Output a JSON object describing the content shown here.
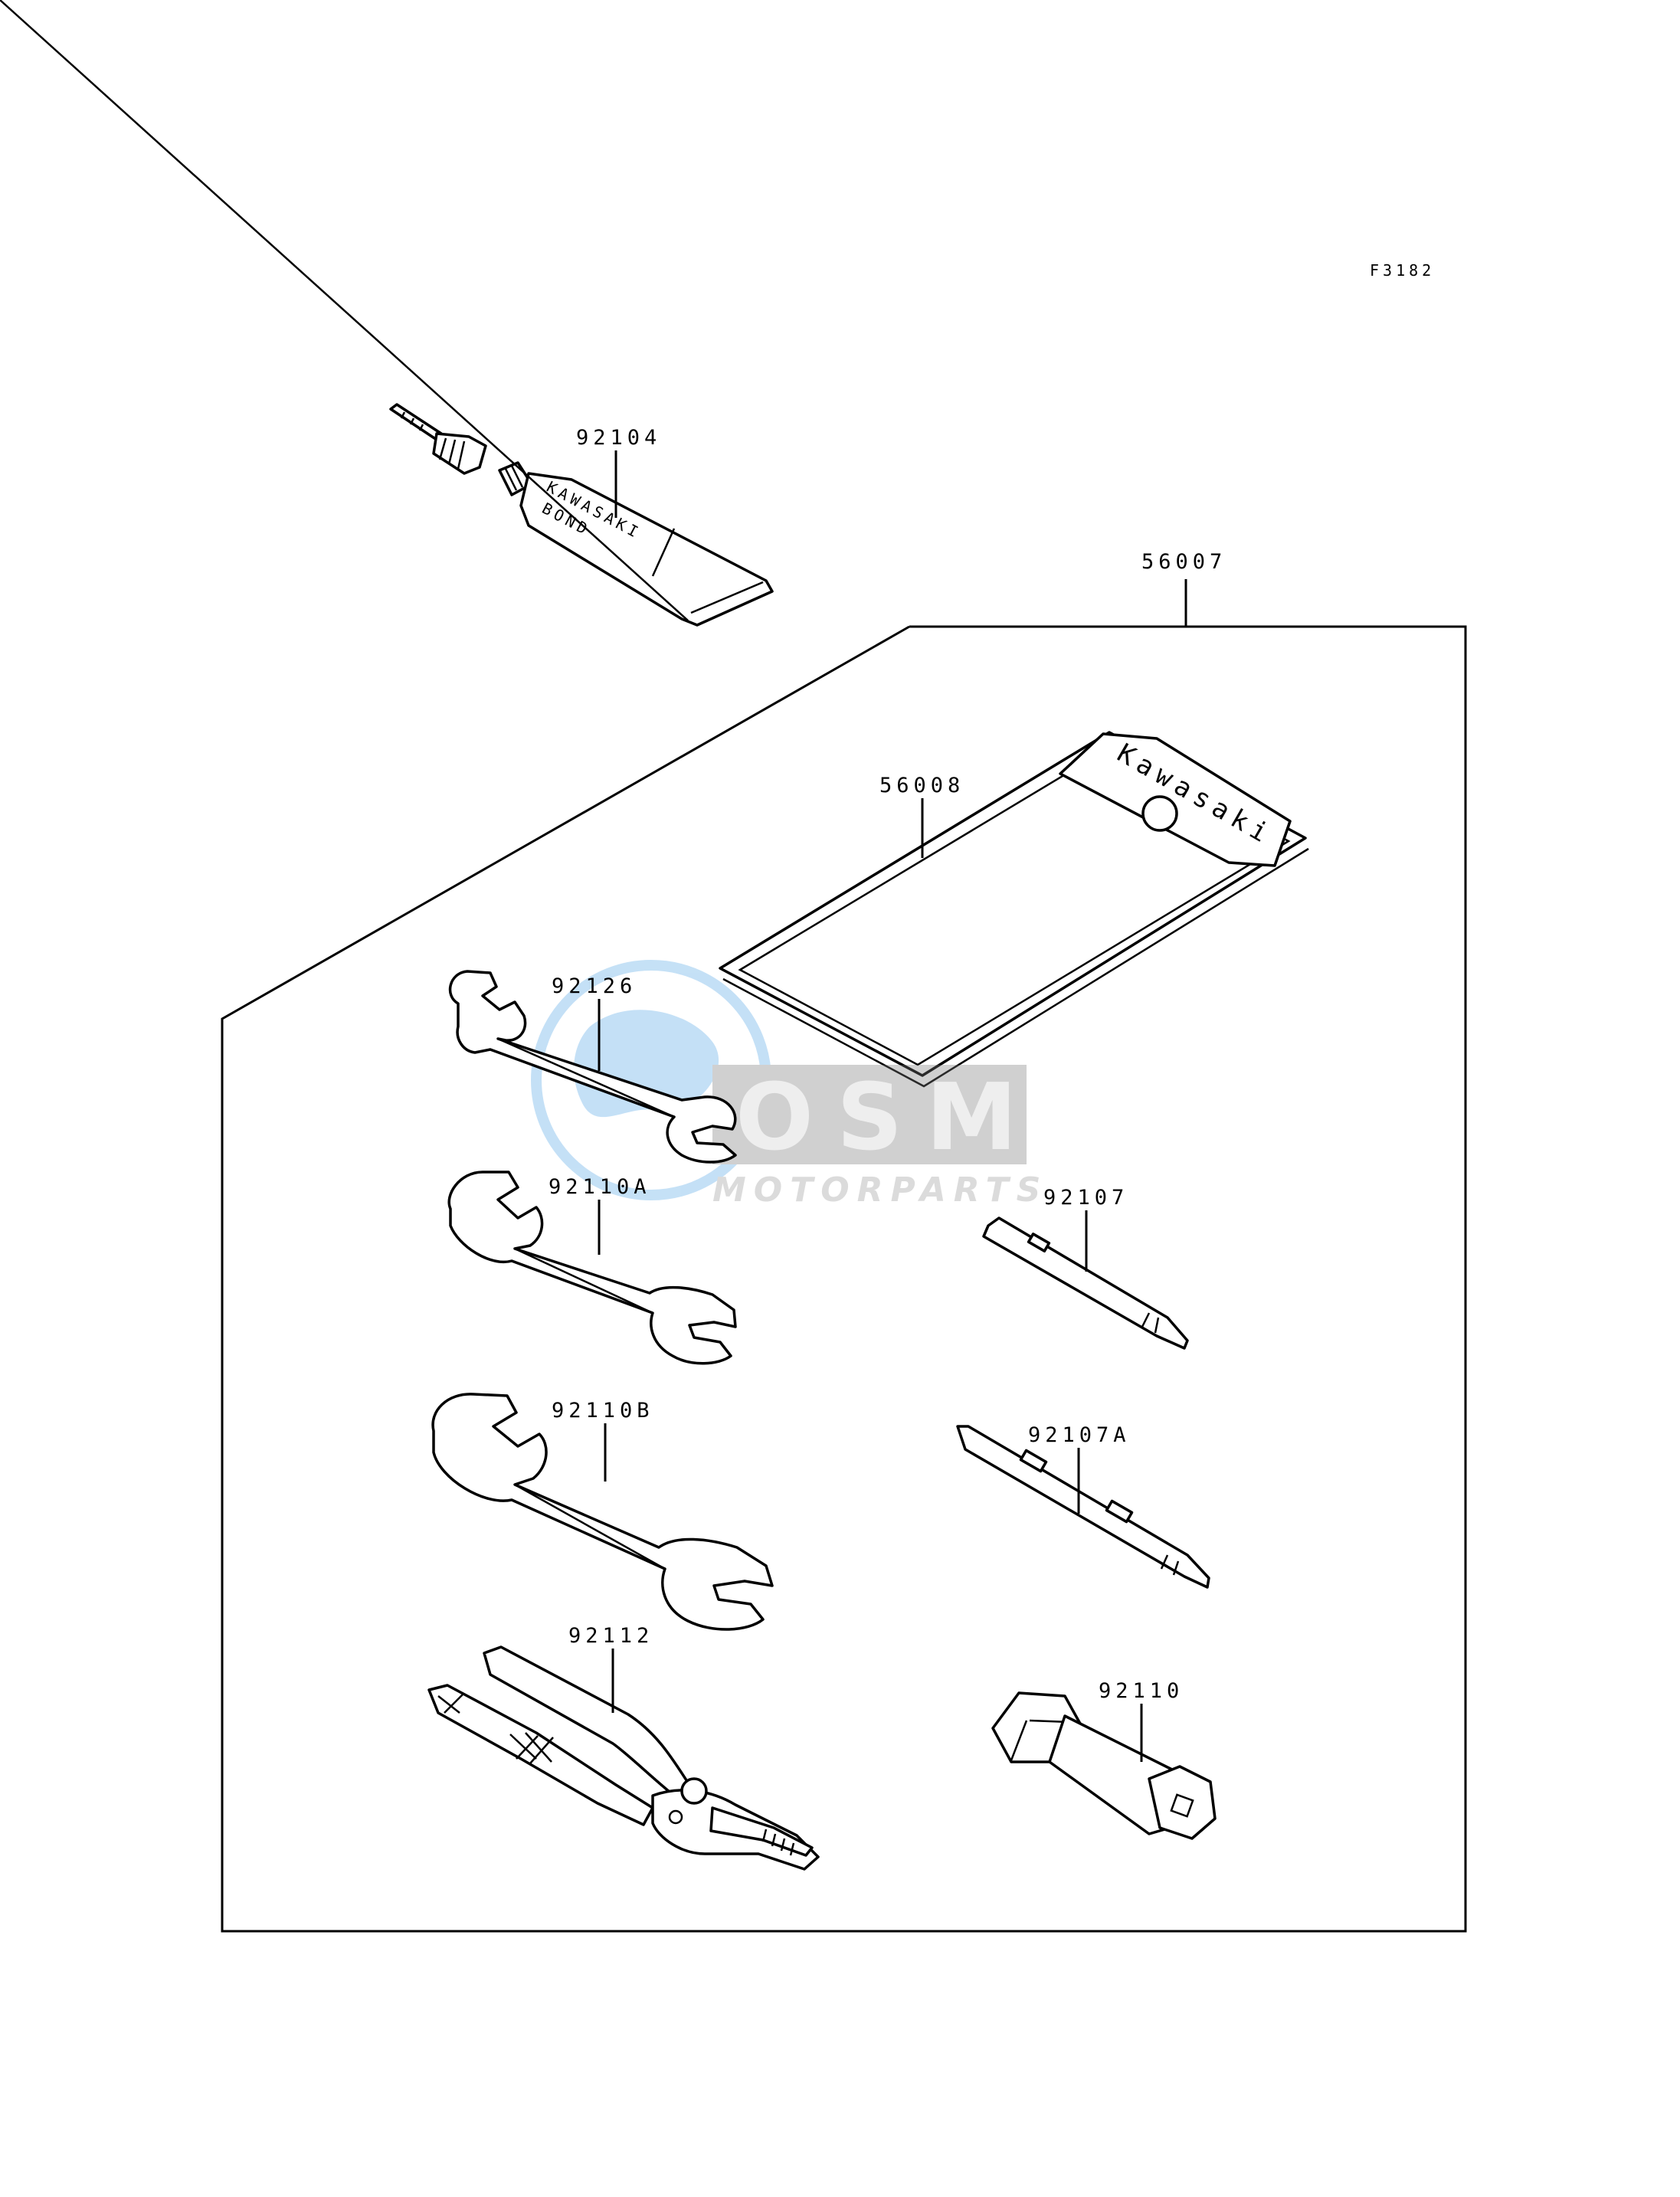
{
  "figure_code": "F3182",
  "parts": {
    "tube_bond": {
      "number": "92104",
      "tube_text_line1": "KAWASAKI",
      "tube_text_line2": "BOND"
    },
    "tool_kit": {
      "number": "56007"
    },
    "tool_bag": {
      "number": "56008",
      "bag_brand": "Kawasaki"
    },
    "wrench_small": {
      "number": "92126"
    },
    "wrench_medium": {
      "number": "92110A"
    },
    "wrench_large": {
      "number": "92110B"
    },
    "pliers": {
      "number": "92112"
    },
    "screwdriver_bit": {
      "number": "92107"
    },
    "screwdriver_grip": {
      "number": "92107A"
    },
    "plug_wrench": {
      "number": "92110"
    }
  },
  "watermark": {
    "logo": "OSM",
    "text": "MOTORPARTS"
  }
}
